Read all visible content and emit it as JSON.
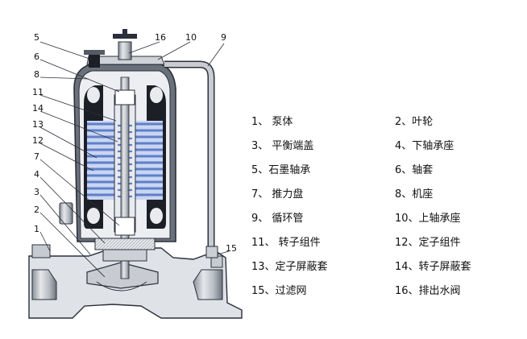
{
  "callouts": {
    "n5": "5",
    "n16": "16",
    "n10": "10",
    "n9": "9",
    "n6": "6",
    "n8": "8",
    "n11": "11",
    "n14": "14",
    "n13": "13",
    "n12": "12",
    "n7": "7",
    "n4": "4",
    "n3": "3",
    "n2": "2",
    "n1": "1",
    "n15": "15"
  },
  "legend": [
    {
      "left": "1、 泵体",
      "right": "2、叶轮"
    },
    {
      "left": "3、 平衡端盖",
      "right": "4、下轴承座"
    },
    {
      "left": "5、石墨轴承",
      "right": "6、轴套"
    },
    {
      "left": "7、 推力盘",
      "right": "8、机座"
    },
    {
      "left": "9、 循环管",
      "right": "10、上轴承座"
    },
    {
      "left": "11、 转子组件",
      "right": "12、定子组件"
    },
    {
      "left": "13、定子屏蔽套",
      "right": "14、转子屏蔽套"
    },
    {
      "left": "15、过滤网",
      "right": "16、排出水阀"
    }
  ],
  "colors": {
    "outline": "#2b2f3a",
    "body_fill": "#bfc4ca",
    "dark_fill": "#1c1f26",
    "winding_blue": "#5f7fc8",
    "winding_light": "#c9d6f2",
    "pipe": "#9aa0a8"
  }
}
